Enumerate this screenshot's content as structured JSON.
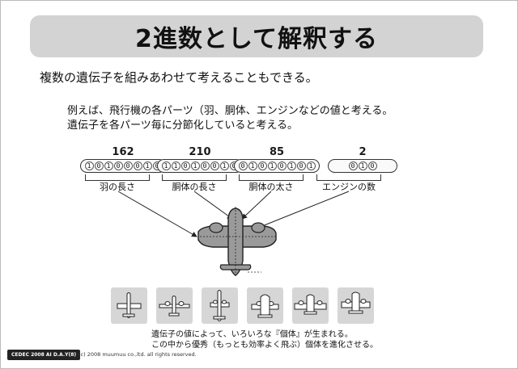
{
  "title": "2進数として解釈する",
  "subtitle": "複数の遺伝子を組みあわせて考えることもできる。",
  "example": {
    "line1": "例えば、飛行機の各パーツ（羽、胴体、エンジンなどの値と考える。",
    "line2": "遺伝子を各パーツ毎に分節化していると考える。"
  },
  "genes": [
    {
      "value": "162",
      "bits": "10100010",
      "label": "羽の長さ"
    },
    {
      "value": "210",
      "bits": "11010010",
      "label": "胴体の長さ"
    },
    {
      "value": "85",
      "bits": "01010101",
      "label": "胴体の太さ"
    },
    {
      "value": "2",
      "bits": "010",
      "label": "エンジンの数"
    }
  ],
  "caption": {
    "line1": "遺伝子の値によって、いろいろな『個体』が生まれる。",
    "line2": "この中から優秀（もっとも効率よく飛ぶ）個体を進化させる。"
  },
  "footer": {
    "badge": "CEDEC 2008 AI D.A.Y(8)",
    "copyright": "(c) 2008 muumuu co.,ltd. all rights reserved."
  },
  "colors": {
    "title_bar": "#d3d3d3",
    "thumb_bg": "#d6d6d6",
    "plane_body": "#9a9a9a"
  }
}
